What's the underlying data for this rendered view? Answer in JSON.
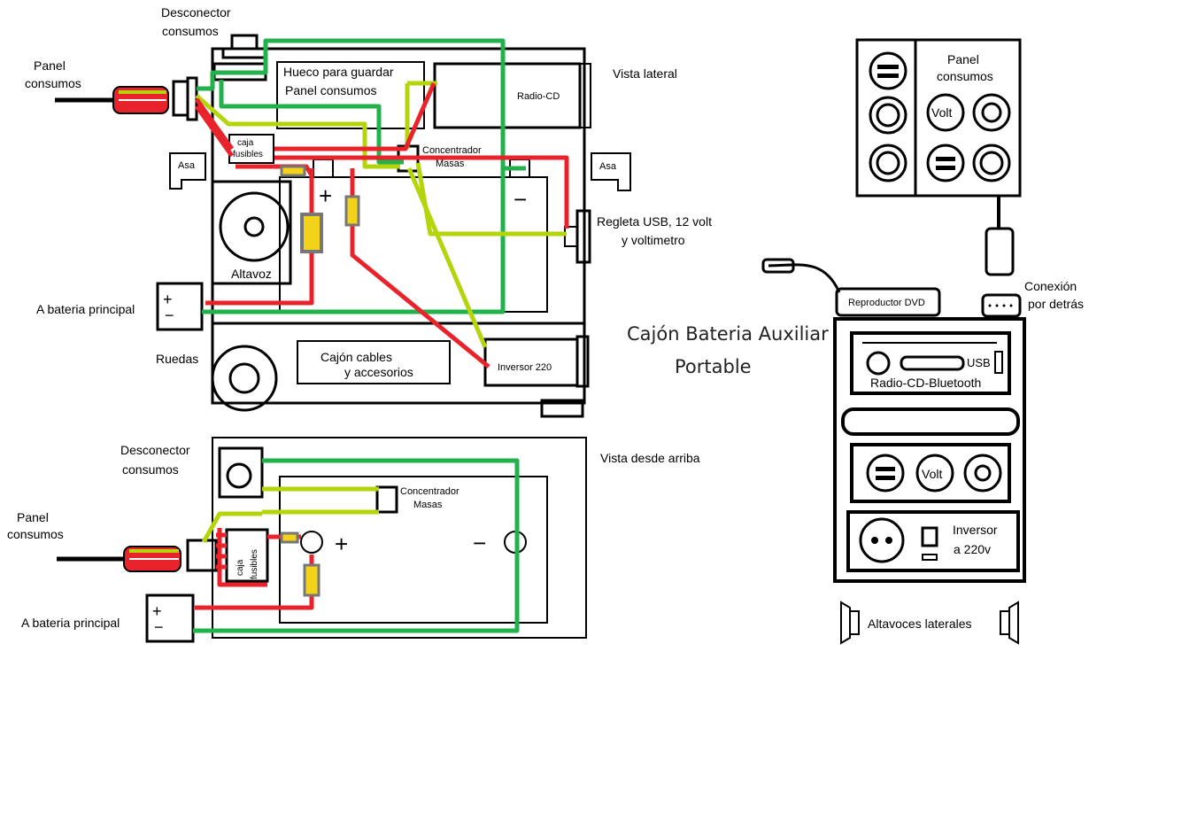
{
  "colors": {
    "positive_wire": "#e8232b",
    "ground_wire": "#22b14c",
    "consumer_wire": "#b5d40c",
    "fuse": "#f2d319",
    "outline": "#000000"
  },
  "title": {
    "line1": "Cajón Bateria Auxiliar",
    "line2": "Portable"
  },
  "side_view": {
    "label_view": "Vista lateral",
    "label_disconnector_l1": "Desconector",
    "label_disconnector_l2": "consumos",
    "label_panel_l1": "Panel",
    "label_panel_l2": "consumos",
    "label_storage_l1": "Hueco para guardar",
    "label_storage_l2": "Panel  consumos",
    "label_radio": "Radio-CD",
    "label_fusebox_l1": "caja",
    "label_fusebox_l2": "fusibles",
    "label_ground_l1": "Concentrador",
    "label_ground_l2": "Masas",
    "label_handle_left": "Asa",
    "label_handle_right": "Asa",
    "label_usb_l1": "Regleta USB, 12 volt",
    "label_usb_l2": "y voltimetro",
    "label_speaker": "Altavoz",
    "label_main_battery": "A bateria principal",
    "label_wheels": "Ruedas",
    "label_drawer_l1": "Cajón cables",
    "label_drawer_l2": "y accesorios",
    "label_inverter": "Inversor 220",
    "sym_plus": "+",
    "sym_minus": "−"
  },
  "top_view": {
    "label_view": "Vista desde arriba",
    "label_disconnector_l1": "Desconector",
    "label_disconnector_l2": "consumos",
    "label_ground_l1": "Concentrador",
    "label_ground_l2": "Masas",
    "label_panel_l1": "Panel",
    "label_panel_l2": "consumos",
    "label_fusebox_l1": "caja",
    "label_fusebox_l2": "fusibles",
    "label_main_battery": "A bateria principal",
    "sym_plus": "+",
    "sym_minus": "−"
  },
  "front_view": {
    "panel_l1": "Panel",
    "panel_l2": "consumos",
    "volt": "Volt",
    "connection_l1": "Conexión",
    "connection_l2": "por detrás",
    "dvd": "Reproductor DVD",
    "usb": "USB",
    "radio_cd_bt": "Radio-CD-Bluetooth",
    "volt2": "Volt",
    "inverter_l1": "Inversor",
    "inverter_l2": "a 220v",
    "speakers": "Altavoces laterales"
  }
}
